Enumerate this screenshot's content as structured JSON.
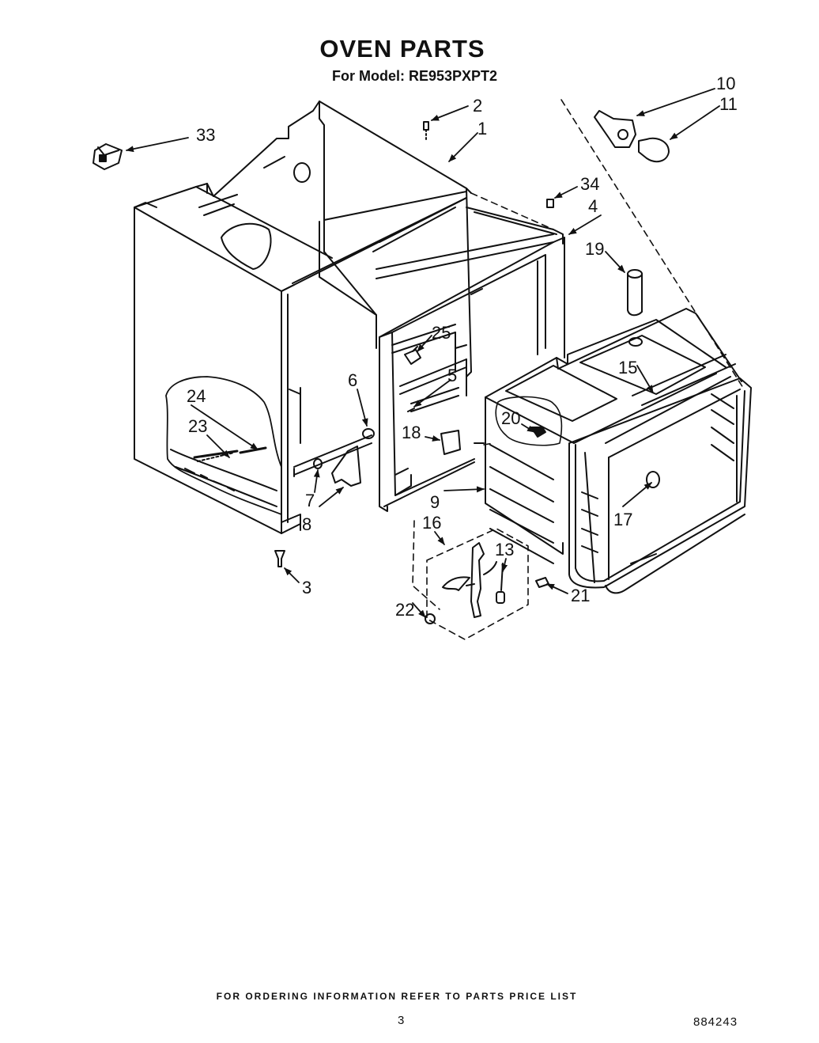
{
  "page": {
    "title": "OVEN PARTS",
    "subtitle": "For Model: RE953PXPT2",
    "footer_note": "FOR ORDERING INFORMATION REFER TO PARTS PRICE LIST",
    "page_number": "3",
    "document_code": "884243"
  },
  "diagram": {
    "callouts": [
      "1",
      "2",
      "3",
      "4",
      "5",
      "6",
      "7",
      "8",
      "9",
      "10",
      "11",
      "13",
      "15",
      "16",
      "17",
      "18",
      "19",
      "20",
      "21",
      "22",
      "23",
      "24",
      "25",
      "33",
      "34"
    ],
    "labels": {
      "n1": "1",
      "n2": "2",
      "n3": "3",
      "n4": "4",
      "n5": "5",
      "n6": "6",
      "n7": "7",
      "n8": "8",
      "n9": "9",
      "n10": "10",
      "n11": "11",
      "n13": "13",
      "n15": "15",
      "n16": "16",
      "n17": "17",
      "n18": "18",
      "n19": "19",
      "n20": "20",
      "n21": "21",
      "n22": "22",
      "n23": "23",
      "n24": "24",
      "n25": "25",
      "n33": "33",
      "n34": "34"
    }
  }
}
